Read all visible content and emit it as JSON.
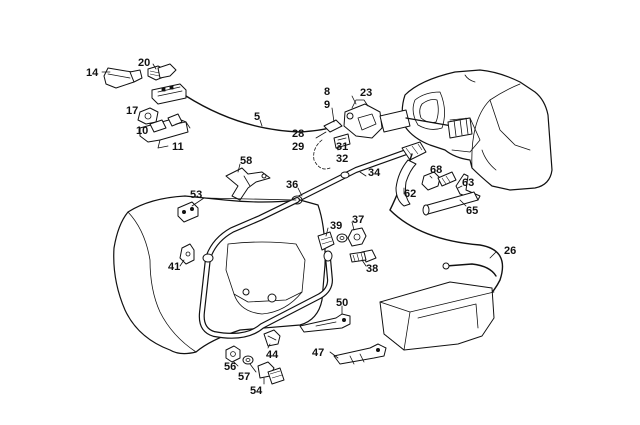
{
  "callouts": {
    "p14": "14",
    "p20": "20",
    "p17": "17",
    "p10": "10",
    "p11": "11",
    "p5": "5",
    "p8": "8",
    "p9": "9",
    "p23": "23",
    "p28": "28",
    "p29": "29",
    "p31": "31",
    "p32": "32",
    "p58": "58",
    "p36": "36",
    "p34": "34",
    "p62": "62",
    "p68": "68",
    "p63": "63",
    "p65": "65",
    "p53": "53",
    "p39": "39",
    "p37": "37",
    "p38": "38",
    "p41": "41",
    "p26": "26",
    "p50": "50",
    "p44": "44",
    "p47": "47",
    "p56": "56",
    "p57": "57",
    "p54": "54"
  }
}
